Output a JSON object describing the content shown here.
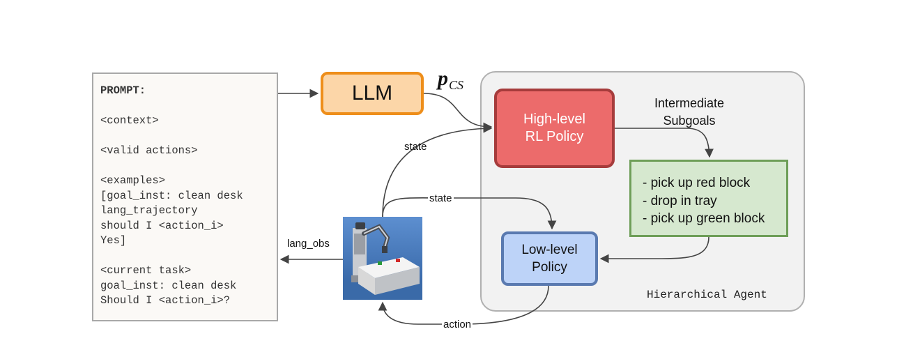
{
  "prompt": {
    "title": "PROMPT:",
    "context": "<context>",
    "valid_actions": "<valid actions>",
    "examples": [
      "<examples>",
      "[goal_inst: clean desk",
      "lang_trajectory",
      "should I <action_i>",
      "Yes]"
    ],
    "current_task": [
      "<current task>",
      "goal_inst: clean desk",
      "Should I <action_i>?"
    ]
  },
  "llm": {
    "label": "LLM"
  },
  "pcs": {
    "main": "p",
    "sub": "CS"
  },
  "agent": {
    "label": "Hierarchical Agent"
  },
  "high_level": {
    "line1": "High-level",
    "line2": "RL Policy"
  },
  "subgoals_label": {
    "line1": "Intermediate",
    "line2": "Subgoals"
  },
  "subgoals": [
    "- pick up red block",
    "- drop in tray",
    "- pick up green block"
  ],
  "low_level": {
    "line1": "Low-level",
    "line2": "Policy"
  },
  "edges": {
    "state_top": "state",
    "state_mid": "state",
    "lang_obs": "lang_obs",
    "action": "action"
  },
  "colors": {
    "llm_fill": "#fcd6a8",
    "llm_border": "#ee8e1a",
    "high_fill": "#ec6b6b",
    "high_border": "#a63c3c",
    "subgoal_fill": "#d6e8cf",
    "subgoal_border": "#6e9e58",
    "low_fill": "#bdd3f8",
    "low_border": "#5a7ab0",
    "agent_fill": "#f2f2f2"
  }
}
